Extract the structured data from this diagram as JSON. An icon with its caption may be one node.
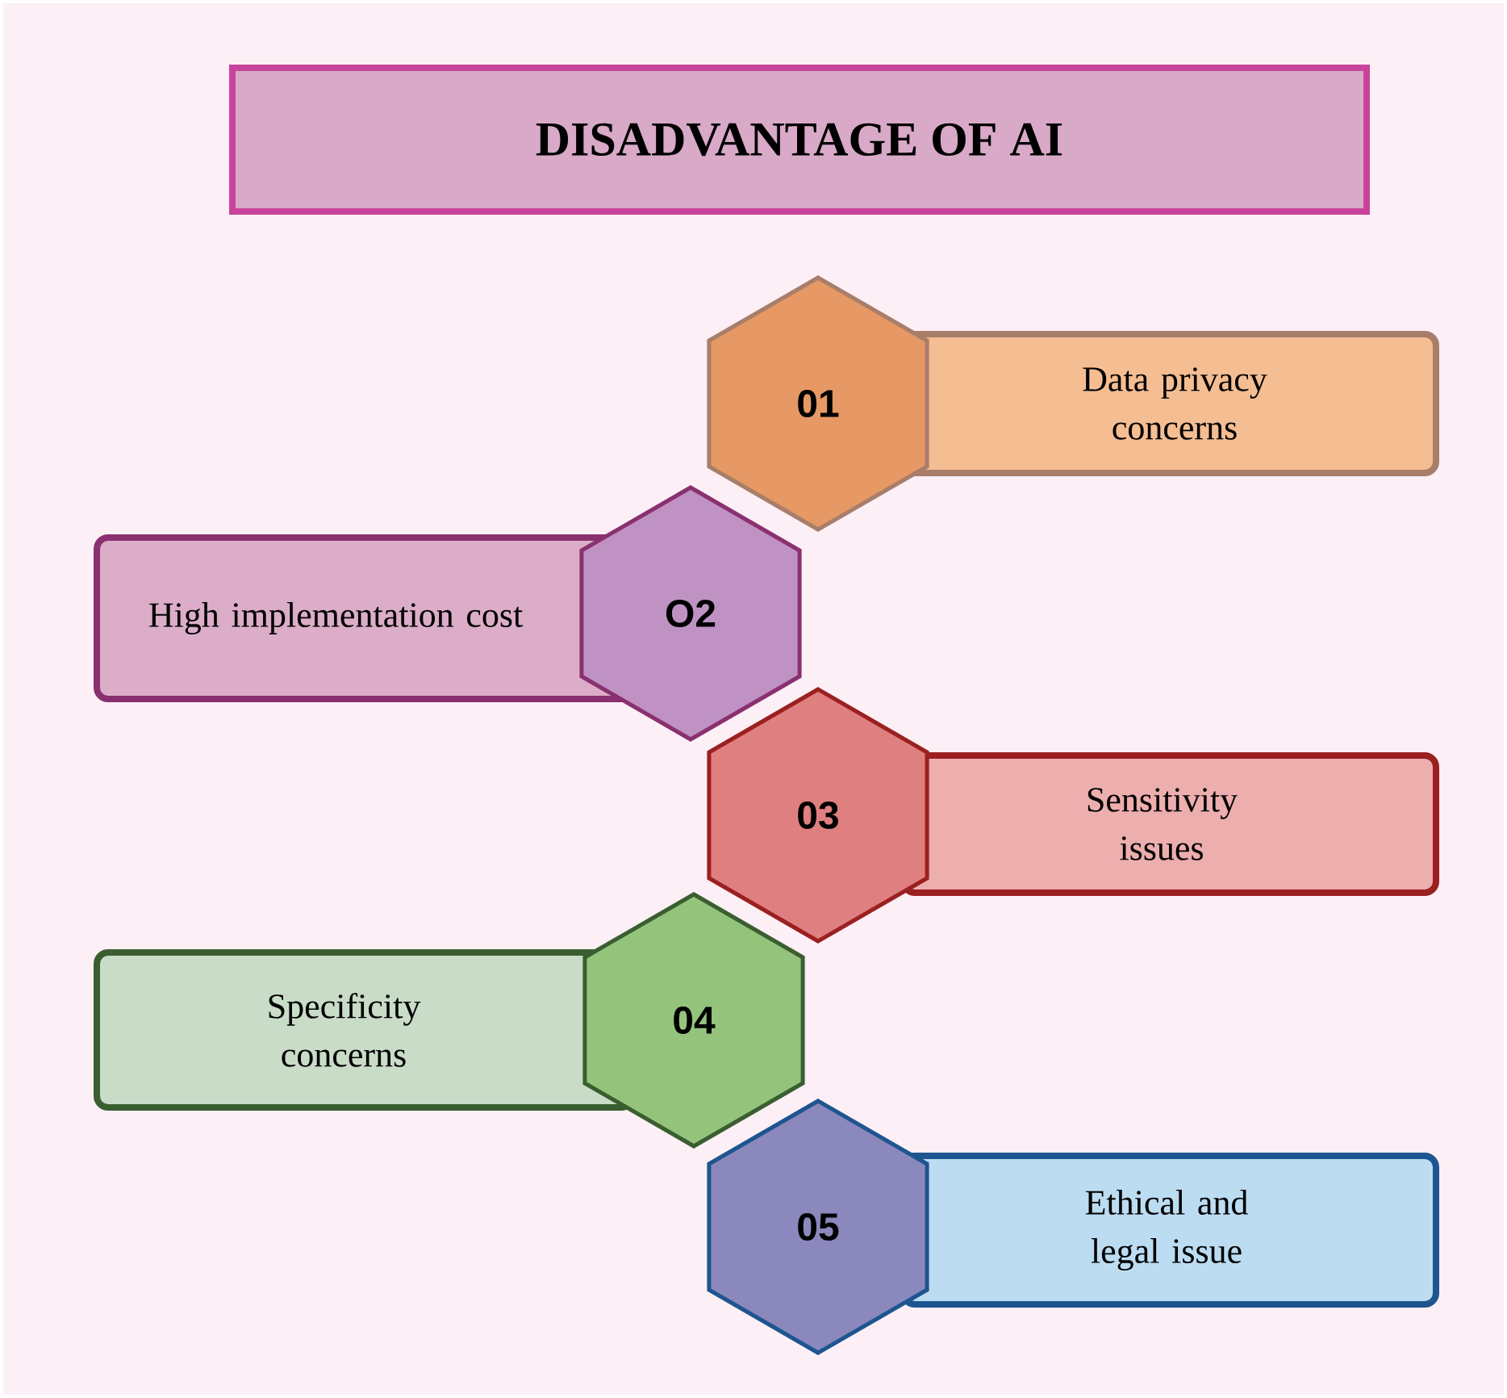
{
  "diagram": {
    "title": "DISADVANTAGE OF AI",
    "nodes": [
      {
        "text": [
          "01"
        ]
      },
      {
        "text": [
          "Data privacy concerns"
        ]
      },
      {
        "text": [
          "High implementation cost"
        ]
      },
      {
        "text": [
          "O2"
        ]
      },
      {
        "text": [
          "03"
        ]
      },
      {
        "text": [
          "Sensitivity issues"
        ]
      },
      {
        "text": [
          "Specificity concerns"
        ]
      },
      {
        "text": [
          "04"
        ]
      },
      {
        "text": [
          "05"
        ]
      },
      {
        "text": [
          "Ethical and legal issue"
        ]
      }
    ]
  }
}
